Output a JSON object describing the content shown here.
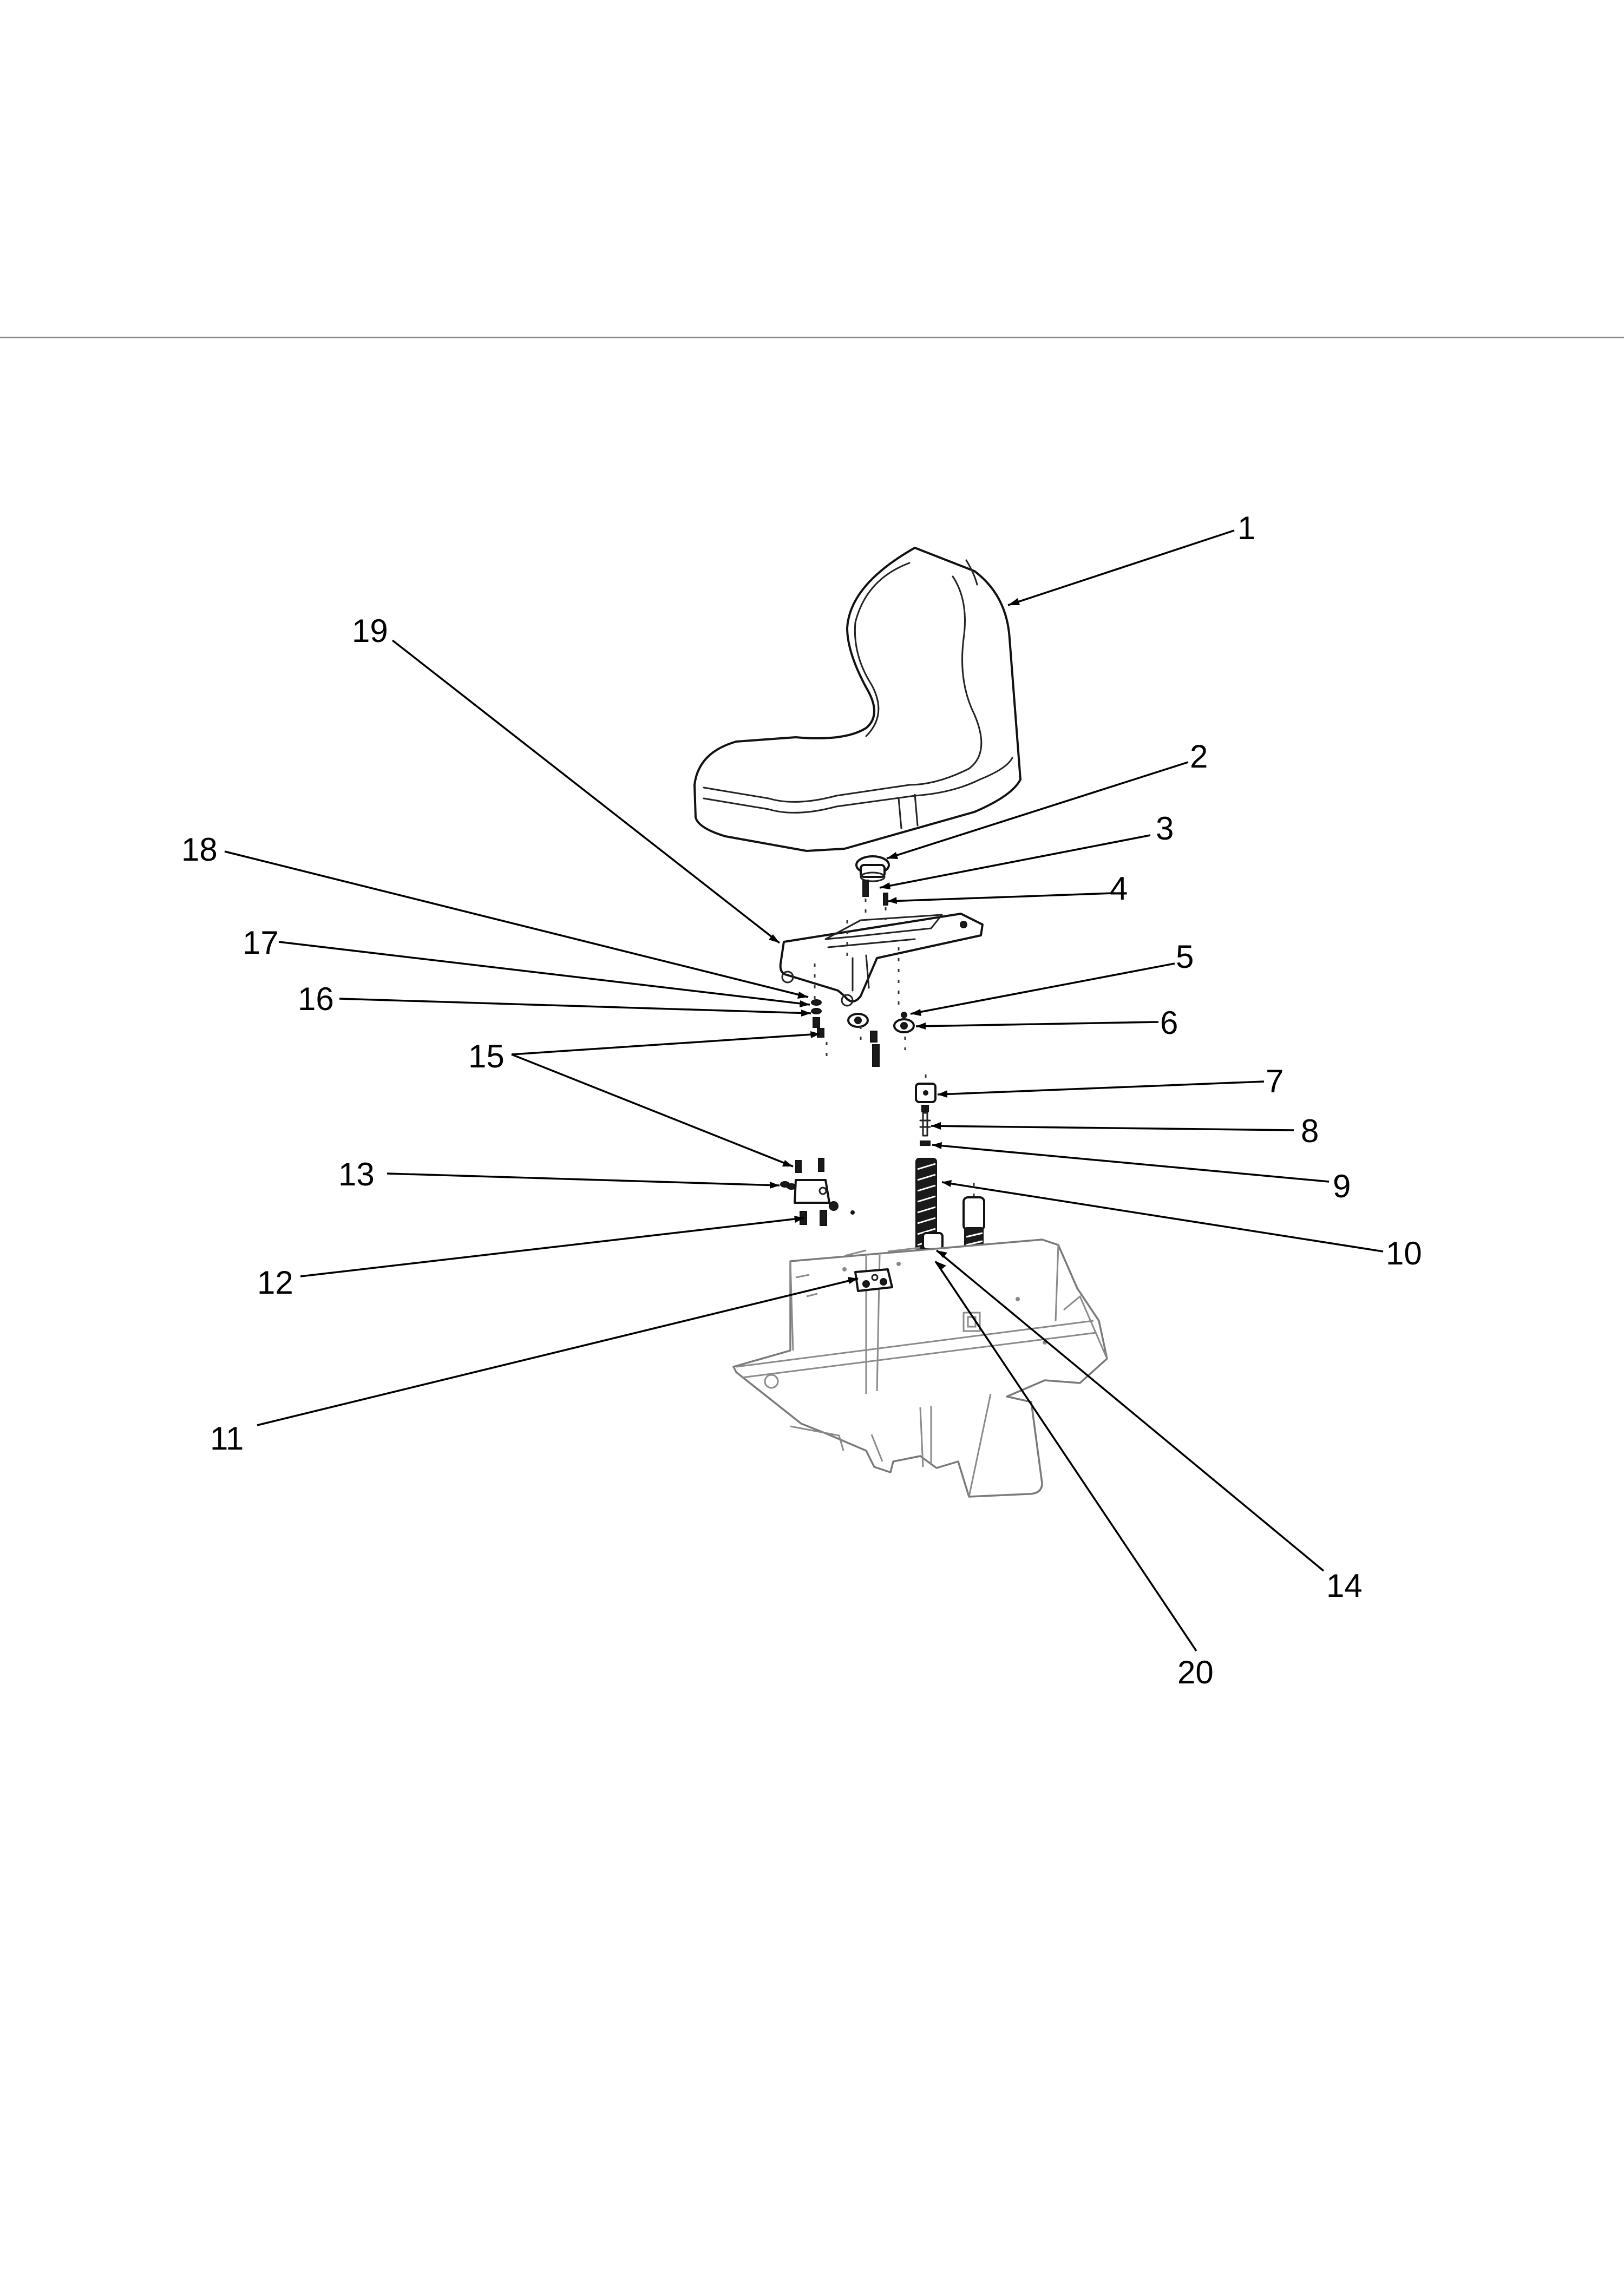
{
  "diagram": {
    "title": "",
    "callouts": [
      {
        "id": "c1",
        "label": "1"
      },
      {
        "id": "c2",
        "label": "2"
      },
      {
        "id": "c3",
        "label": "3"
      },
      {
        "id": "c4",
        "label": "4"
      },
      {
        "id": "c5",
        "label": "5"
      },
      {
        "id": "c6",
        "label": "6"
      },
      {
        "id": "c7",
        "label": "7"
      },
      {
        "id": "c8",
        "label": "8"
      },
      {
        "id": "c9",
        "label": "9"
      },
      {
        "id": "c10",
        "label": "10"
      },
      {
        "id": "c11",
        "label": "11"
      },
      {
        "id": "c12",
        "label": "12"
      },
      {
        "id": "c13",
        "label": "13"
      },
      {
        "id": "c14",
        "label": "14"
      },
      {
        "id": "c15",
        "label": "15"
      },
      {
        "id": "c16",
        "label": "16"
      },
      {
        "id": "c17",
        "label": "17"
      },
      {
        "id": "c18",
        "label": "18"
      },
      {
        "id": "c19",
        "label": "19"
      },
      {
        "id": "c20",
        "label": "20"
      }
    ]
  }
}
